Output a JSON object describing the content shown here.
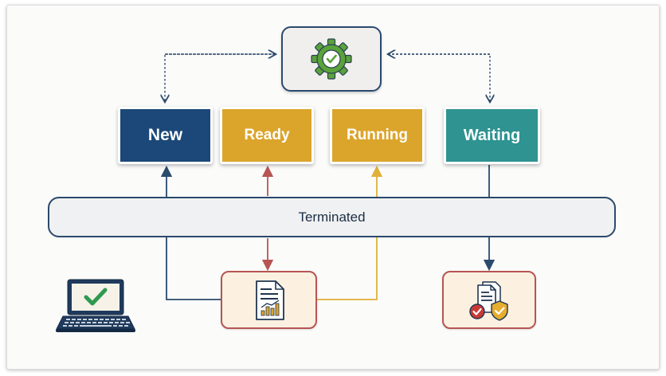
{
  "diagram": {
    "states": [
      {
        "label": "New",
        "color": "#1b4878"
      },
      {
        "label": "Ready",
        "color": "#dba52c"
      },
      {
        "label": "Running",
        "color": "#dba52c"
      },
      {
        "label": "Waiting",
        "color": "#2e9391"
      }
    ],
    "terminated_label": "Terminated",
    "icons": {
      "scheduler": "gear-check-icon",
      "chart_document": "document-chart-icon",
      "verified_documents": "document-check-shield-icon",
      "laptop": "laptop-check-icon"
    },
    "colors": {
      "navy": "#1b4878",
      "gold": "#dba52c",
      "teal": "#2e9391",
      "red": "#b75552",
      "green": "#5aa33a",
      "connector_navy": "#2c4a6c",
      "connector_gold": "#e1b03a"
    }
  }
}
